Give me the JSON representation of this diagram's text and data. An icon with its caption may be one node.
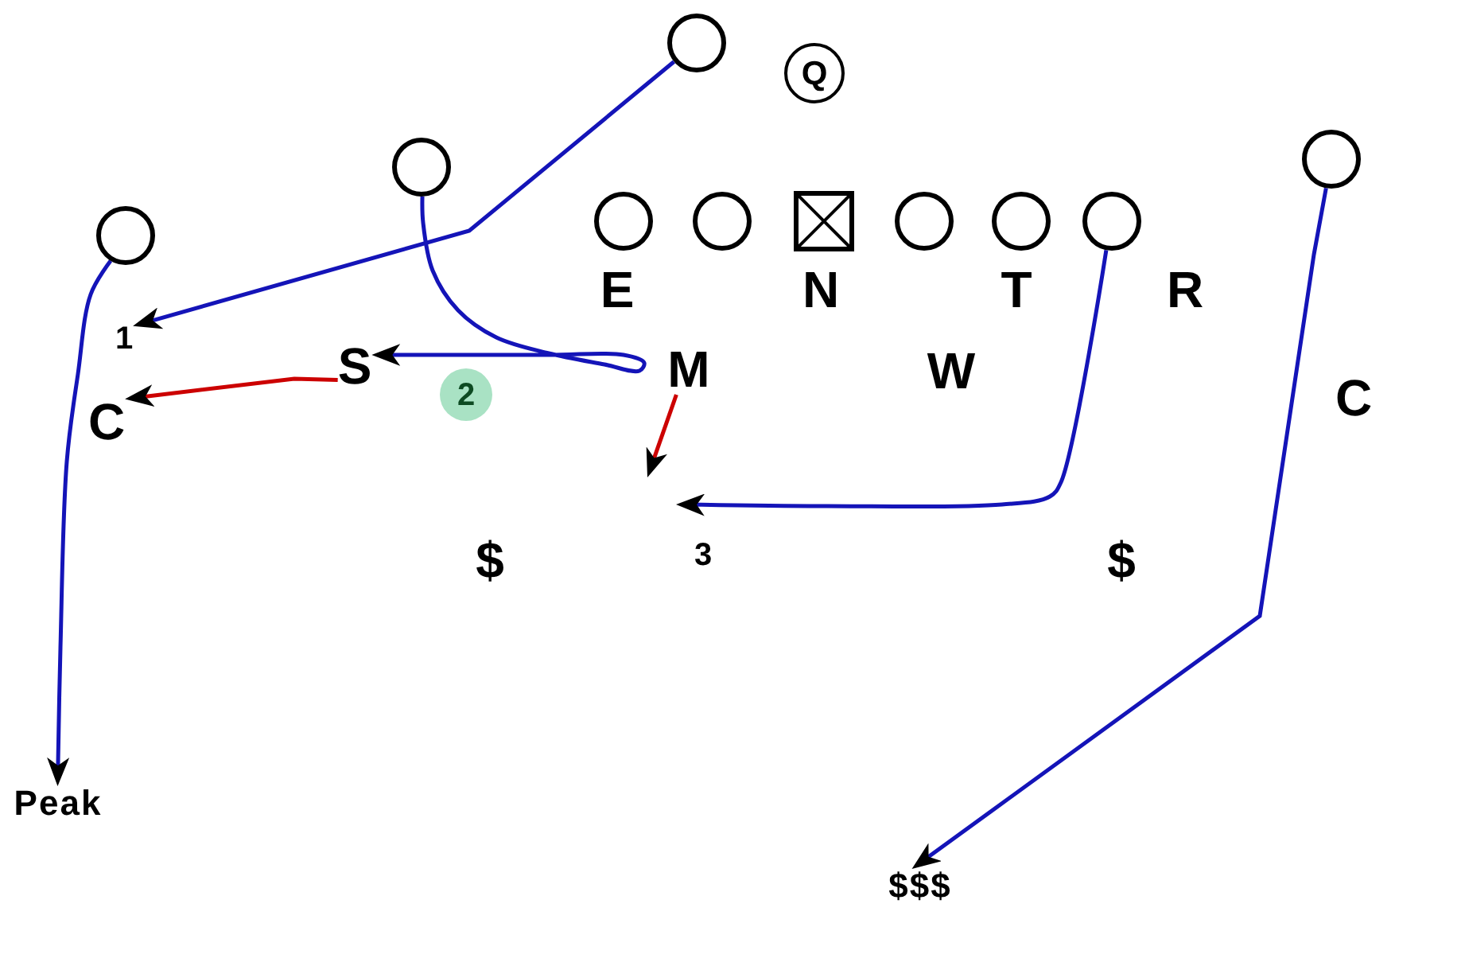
{
  "diagram": {
    "nodes": [
      {
        "text": [],
        "shape": "circle"
      },
      {
        "text": [
          "Q"
        ]
      },
      {
        "text": [],
        "shape": "circle"
      },
      {
        "text": [],
        "shape": "circle"
      },
      {
        "text": [],
        "shape": "circle"
      },
      {
        "text": [],
        "shape": "circle"
      },
      {
        "text": [],
        "shape": "box"
      },
      {
        "text": [],
        "shape": "circle"
      },
      {
        "text": [],
        "shape": "circle"
      },
      {
        "text": [],
        "shape": "circle"
      },
      {
        "text": [],
        "shape": "circle"
      },
      {
        "text": [
          "1"
        ]
      },
      {
        "text": [
          "S"
        ]
      },
      {
        "text": [
          "M"
        ]
      },
      {
        "text": [
          "2"
        ]
      },
      {
        "text": [
          "C"
        ]
      },
      {
        "text": [
          "Peak"
        ]
      },
      {
        "text": [
          "$$$"
        ]
      }
    ],
    "edges": [
      {
        "from": 0,
        "to": 11,
        "arrow": "to"
      },
      {
        "from": 3,
        "to": 12,
        "arrow": "to"
      },
      {
        "from": 12,
        "to": 15,
        "arrow": "to",
        "color": "#cc0000"
      },
      {
        "from": 13,
        "to": null,
        "arrow": "to",
        "color": "#cc0000"
      },
      {
        "from": 9,
        "to": null,
        "arrow": "to"
      },
      {
        "from": 10,
        "to": 16,
        "arrow": "to"
      },
      {
        "from": 2,
        "to": 17,
        "arrow": "to"
      }
    ],
    "labels": [
      "E",
      "N",
      "T",
      "R",
      "W",
      "C",
      "$",
      "3",
      "$"
    ]
  }
}
